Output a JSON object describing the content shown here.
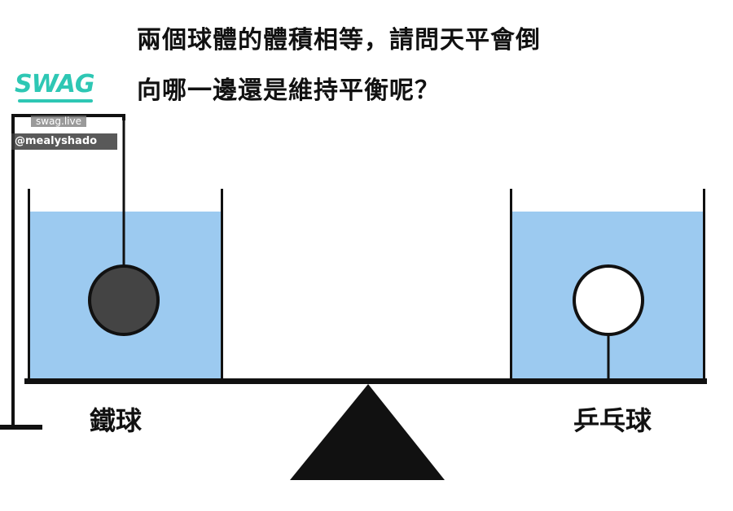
{
  "question": {
    "line1": "兩個球體的體積相等，請問天平會倒",
    "line2": "向哪一邊還是維持平衡呢？"
  },
  "watermark": {
    "logo": "SWAG",
    "site": "swag.live",
    "handle": "@mealyshado"
  },
  "labels": {
    "left_ball": "鐵球",
    "right_ball": "乒乓球"
  },
  "colors": {
    "water": "#9ccaf0",
    "iron_ball": "#444444",
    "pingpong_ball": "#ffffff",
    "line": "#111111",
    "logo": "#2ec7b4"
  }
}
